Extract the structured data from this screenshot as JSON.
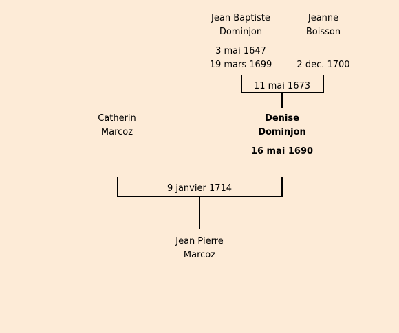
{
  "father": {
    "first_name": "Jean Baptiste",
    "last_name": "Dominjon",
    "birth": "3 mai 1647",
    "death": "19 mars 1699"
  },
  "mother": {
    "first_name": "Jeanne",
    "last_name": "Boisson",
    "death": "2 dec. 1700"
  },
  "parents_marriage": "11 mai 1673",
  "subject": {
    "first_name": "Denise",
    "last_name": "Dominjon",
    "birth": "16 mai 1690"
  },
  "spouse": {
    "first_name": "Catherin",
    "last_name": "Marcoz"
  },
  "marriage": "9 janvier 1714",
  "child": {
    "first_name": "Jean Pierre",
    "last_name": "Marcoz"
  }
}
